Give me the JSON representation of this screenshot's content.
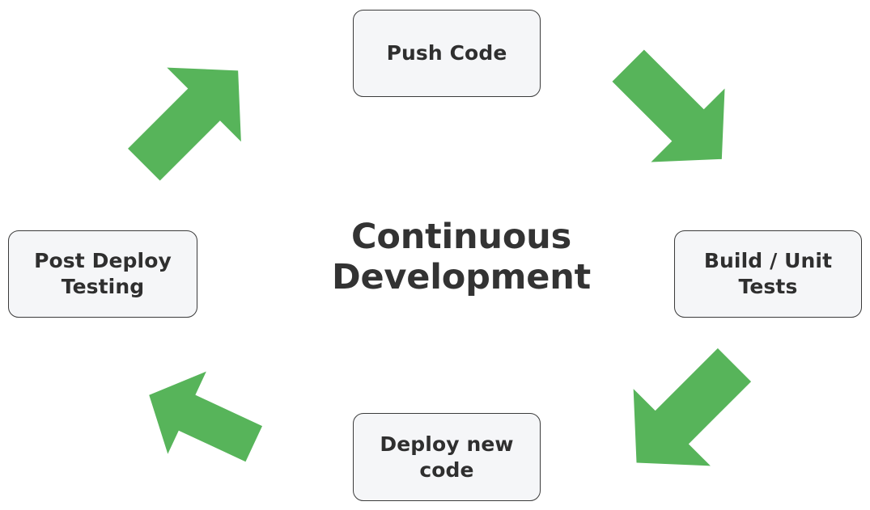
{
  "diagram": {
    "title": "Continuous Development",
    "title_lines": "Continuous\nDevelopment",
    "accent_color": "#57b45a",
    "node_fill": "#f5f6f8",
    "node_border": "#3b3b3b",
    "text_color": "#2f2f2f",
    "title_color": "#333333",
    "nodes": [
      {
        "id": "push-code",
        "label": "Push Code",
        "label_lines": "Push Code",
        "position": "top"
      },
      {
        "id": "build-tests",
        "label": "Build / Unit Tests",
        "label_lines": "Build / Unit\nTests",
        "position": "right"
      },
      {
        "id": "deploy-code",
        "label": "Deploy new code",
        "label_lines": "Deploy new\ncode",
        "position": "bottom"
      },
      {
        "id": "post-deploy",
        "label": "Post Deploy Testing",
        "label_lines": "Post Deploy\nTesting",
        "position": "left"
      }
    ],
    "arrows": [
      {
        "id": "push-to-build",
        "icon": "block-arrow-icon",
        "from": "Push Code",
        "to": "Build / Unit Tests",
        "direction": "down-right"
      },
      {
        "id": "build-to-deploy",
        "icon": "block-arrow-icon",
        "from": "Build / Unit Tests",
        "to": "Deploy new code",
        "direction": "down-left"
      },
      {
        "id": "deploy-to-post",
        "icon": "block-arrow-icon",
        "from": "Deploy new code",
        "to": "Post Deploy Testing",
        "direction": "up-left"
      },
      {
        "id": "post-to-push",
        "icon": "block-arrow-icon",
        "from": "Post Deploy Testing",
        "to": "Push Code",
        "direction": "up-right"
      }
    ]
  }
}
